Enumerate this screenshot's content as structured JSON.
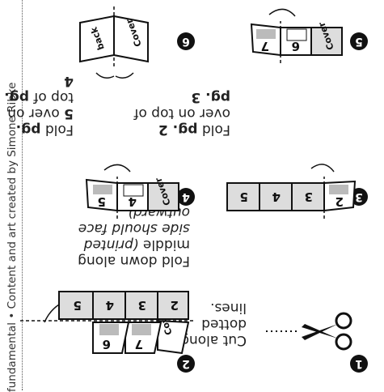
{
  "credit": "fundamental  •  Content and art created by Simone Ribke",
  "steps": [
    {
      "number": "1",
      "text": "Cut along dotted lines."
    },
    {
      "number": "2",
      "text_a": "Fold down along middle ",
      "text_b": "(printed side should face outward)"
    },
    {
      "number": "3",
      "text_a": "Fold ",
      "bold_a": "pg. 2",
      "text_b": " over on top of ",
      "bold_b": "pg. 3"
    },
    {
      "number": "4",
      "text_a": "Fold ",
      "bold_a": "pg. 5",
      "text_b": " over on top of ",
      "bold_b": "pg. 4"
    },
    {
      "number": "5"
    },
    {
      "number": "6"
    }
  ],
  "pages": {
    "p2": "2",
    "p3": "3",
    "p4": "4",
    "p5": "5",
    "p6": "6",
    "p7": "7",
    "cover": "Cover",
    "back": "back"
  }
}
